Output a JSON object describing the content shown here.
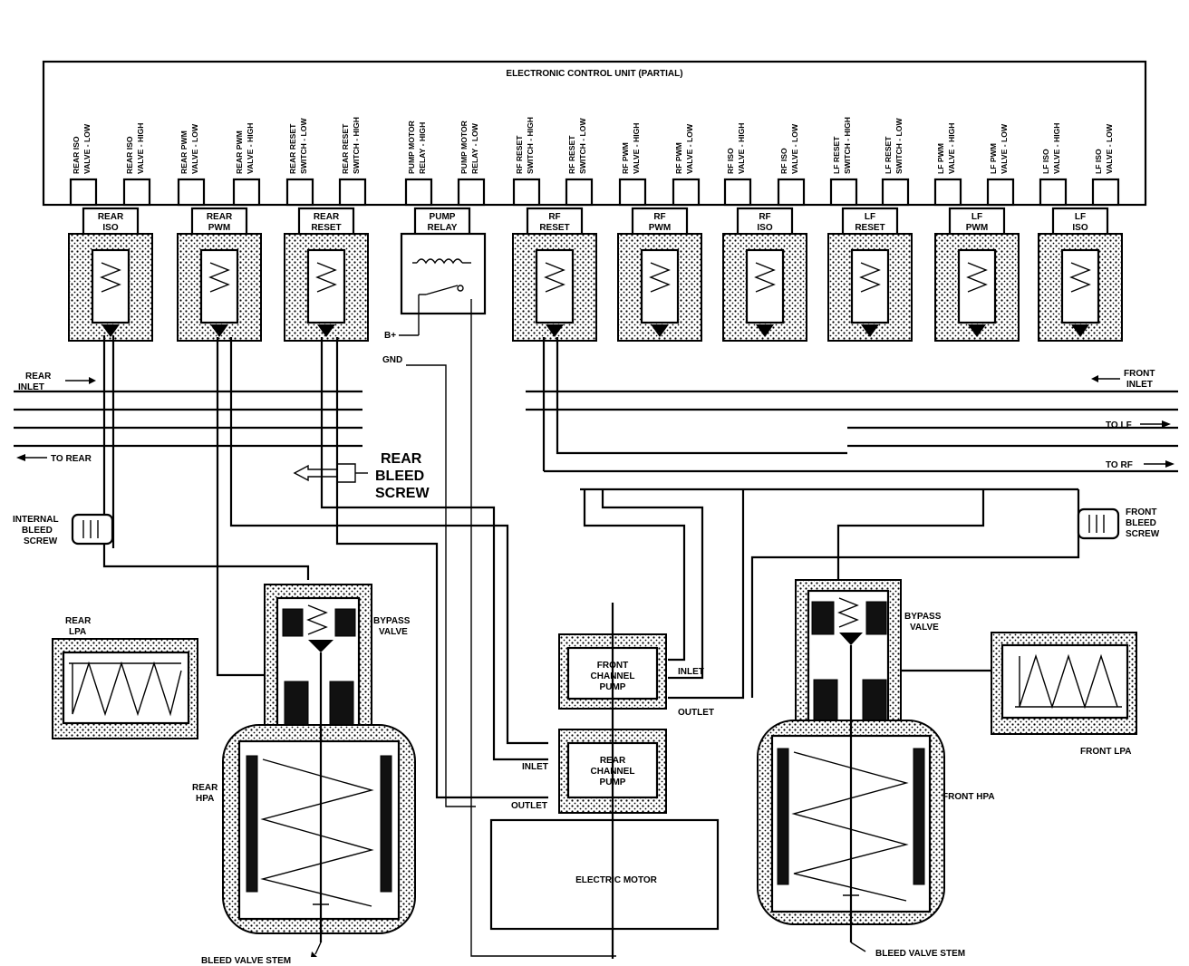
{
  "ecu": {
    "title": "ELECTRONIC CONTROL UNIT (PARTIAL)",
    "pins": [
      {
        "l1": "REAR ISO",
        "l2": "VALVE - LOW"
      },
      {
        "l1": "REAR ISO",
        "l2": "VALVE - HIGH"
      },
      {
        "l1": "REAR PWM",
        "l2": "VALVE - LOW"
      },
      {
        "l1": "REAR PWM",
        "l2": "VALVE - HIGH"
      },
      {
        "l1": "REAR RESET",
        "l2": "SWITCH - LOW"
      },
      {
        "l1": "REAR RESET",
        "l2": "SWITCH - HIGH"
      },
      {
        "l1": "PUMP MOTOR",
        "l2": "RELAY - HIGH"
      },
      {
        "l1": "PUMP MOTOR",
        "l2": "RELAY - LOW"
      },
      {
        "l1": "RF RESET",
        "l2": "SWITCH - HIGH"
      },
      {
        "l1": "RF RESET",
        "l2": "SWITCH - LOW"
      },
      {
        "l1": "RF PWM",
        "l2": "VALVE - HIGH"
      },
      {
        "l1": "RF PWM",
        "l2": "VALVE - LOW"
      },
      {
        "l1": "RF ISO",
        "l2": "VALVE - HIGH"
      },
      {
        "l1": "RF ISO",
        "l2": "VALVE - LOW"
      },
      {
        "l1": "LF RESET",
        "l2": "SWITCH - HIGH"
      },
      {
        "l1": "LF RESET",
        "l2": "SWITCH - LOW"
      },
      {
        "l1": "LF PWM",
        "l2": "VALVE - HIGH"
      },
      {
        "l1": "LF PWM",
        "l2": "VALVE - LOW"
      },
      {
        "l1": "LF ISO",
        "l2": "VALVE - HIGH"
      },
      {
        "l1": "LF ISO",
        "l2": "VALVE - LOW"
      }
    ]
  },
  "valves": [
    {
      "l1": "REAR",
      "l2": "ISO"
    },
    {
      "l1": "REAR",
      "l2": "PWM"
    },
    {
      "l1": "REAR",
      "l2": "RESET"
    },
    {
      "l1": "PUMP",
      "l2": "RELAY"
    },
    {
      "l1": "RF",
      "l2": "RESET"
    },
    {
      "l1": "RF",
      "l2": "PWM"
    },
    {
      "l1": "RF",
      "l2": "ISO"
    },
    {
      "l1": "LF",
      "l2": "RESET"
    },
    {
      "l1": "LF",
      "l2": "PWM"
    },
    {
      "l1": "LF",
      "l2": "ISO"
    }
  ],
  "labels": {
    "b_plus": "B+",
    "gnd": "GND",
    "rear_inlet_1": "REAR",
    "rear_inlet_2": "INLET",
    "front_inlet_1": "FRONT",
    "front_inlet_2": "INLET",
    "to_rear": "TO REAR",
    "to_lf": "TO LF",
    "to_rf": "TO RF",
    "rear_bleed_1": "REAR",
    "rear_bleed_2": "BLEED",
    "rear_bleed_3": "SCREW",
    "internal_bleed_1": "INTERNAL",
    "internal_bleed_2": "BLEED",
    "internal_bleed_3": "SCREW",
    "front_bleed_1": "FRONT",
    "front_bleed_2": "BLEED",
    "front_bleed_3": "SCREW",
    "rear_lpa_1": "REAR",
    "rear_lpa_2": "LPA",
    "front_lpa": "FRONT LPA",
    "bypass_rear_1": "BYPASS",
    "bypass_rear_2": "VALVE",
    "bypass_front_1": "BYPASS",
    "bypass_front_2": "VALVE",
    "rear_hpa_1": "REAR",
    "rear_hpa_2": "HPA",
    "front_hpa": "FRONT HPA",
    "front_pump_1": "FRONT",
    "front_pump_2": "CHANNEL",
    "front_pump_3": "PUMP",
    "rear_pump_1": "REAR",
    "rear_pump_2": "CHANNEL",
    "rear_pump_3": "PUMP",
    "inlet_front": "INLET",
    "outlet_front": "OUTLET",
    "inlet_rear": "INLET",
    "outlet_rear": "OUTLET",
    "electric_motor": "ELECTRIC MOTOR",
    "bleed_stem_rear": "BLEED VALVE STEM",
    "bleed_stem_front": "BLEED VALVE STEM"
  }
}
